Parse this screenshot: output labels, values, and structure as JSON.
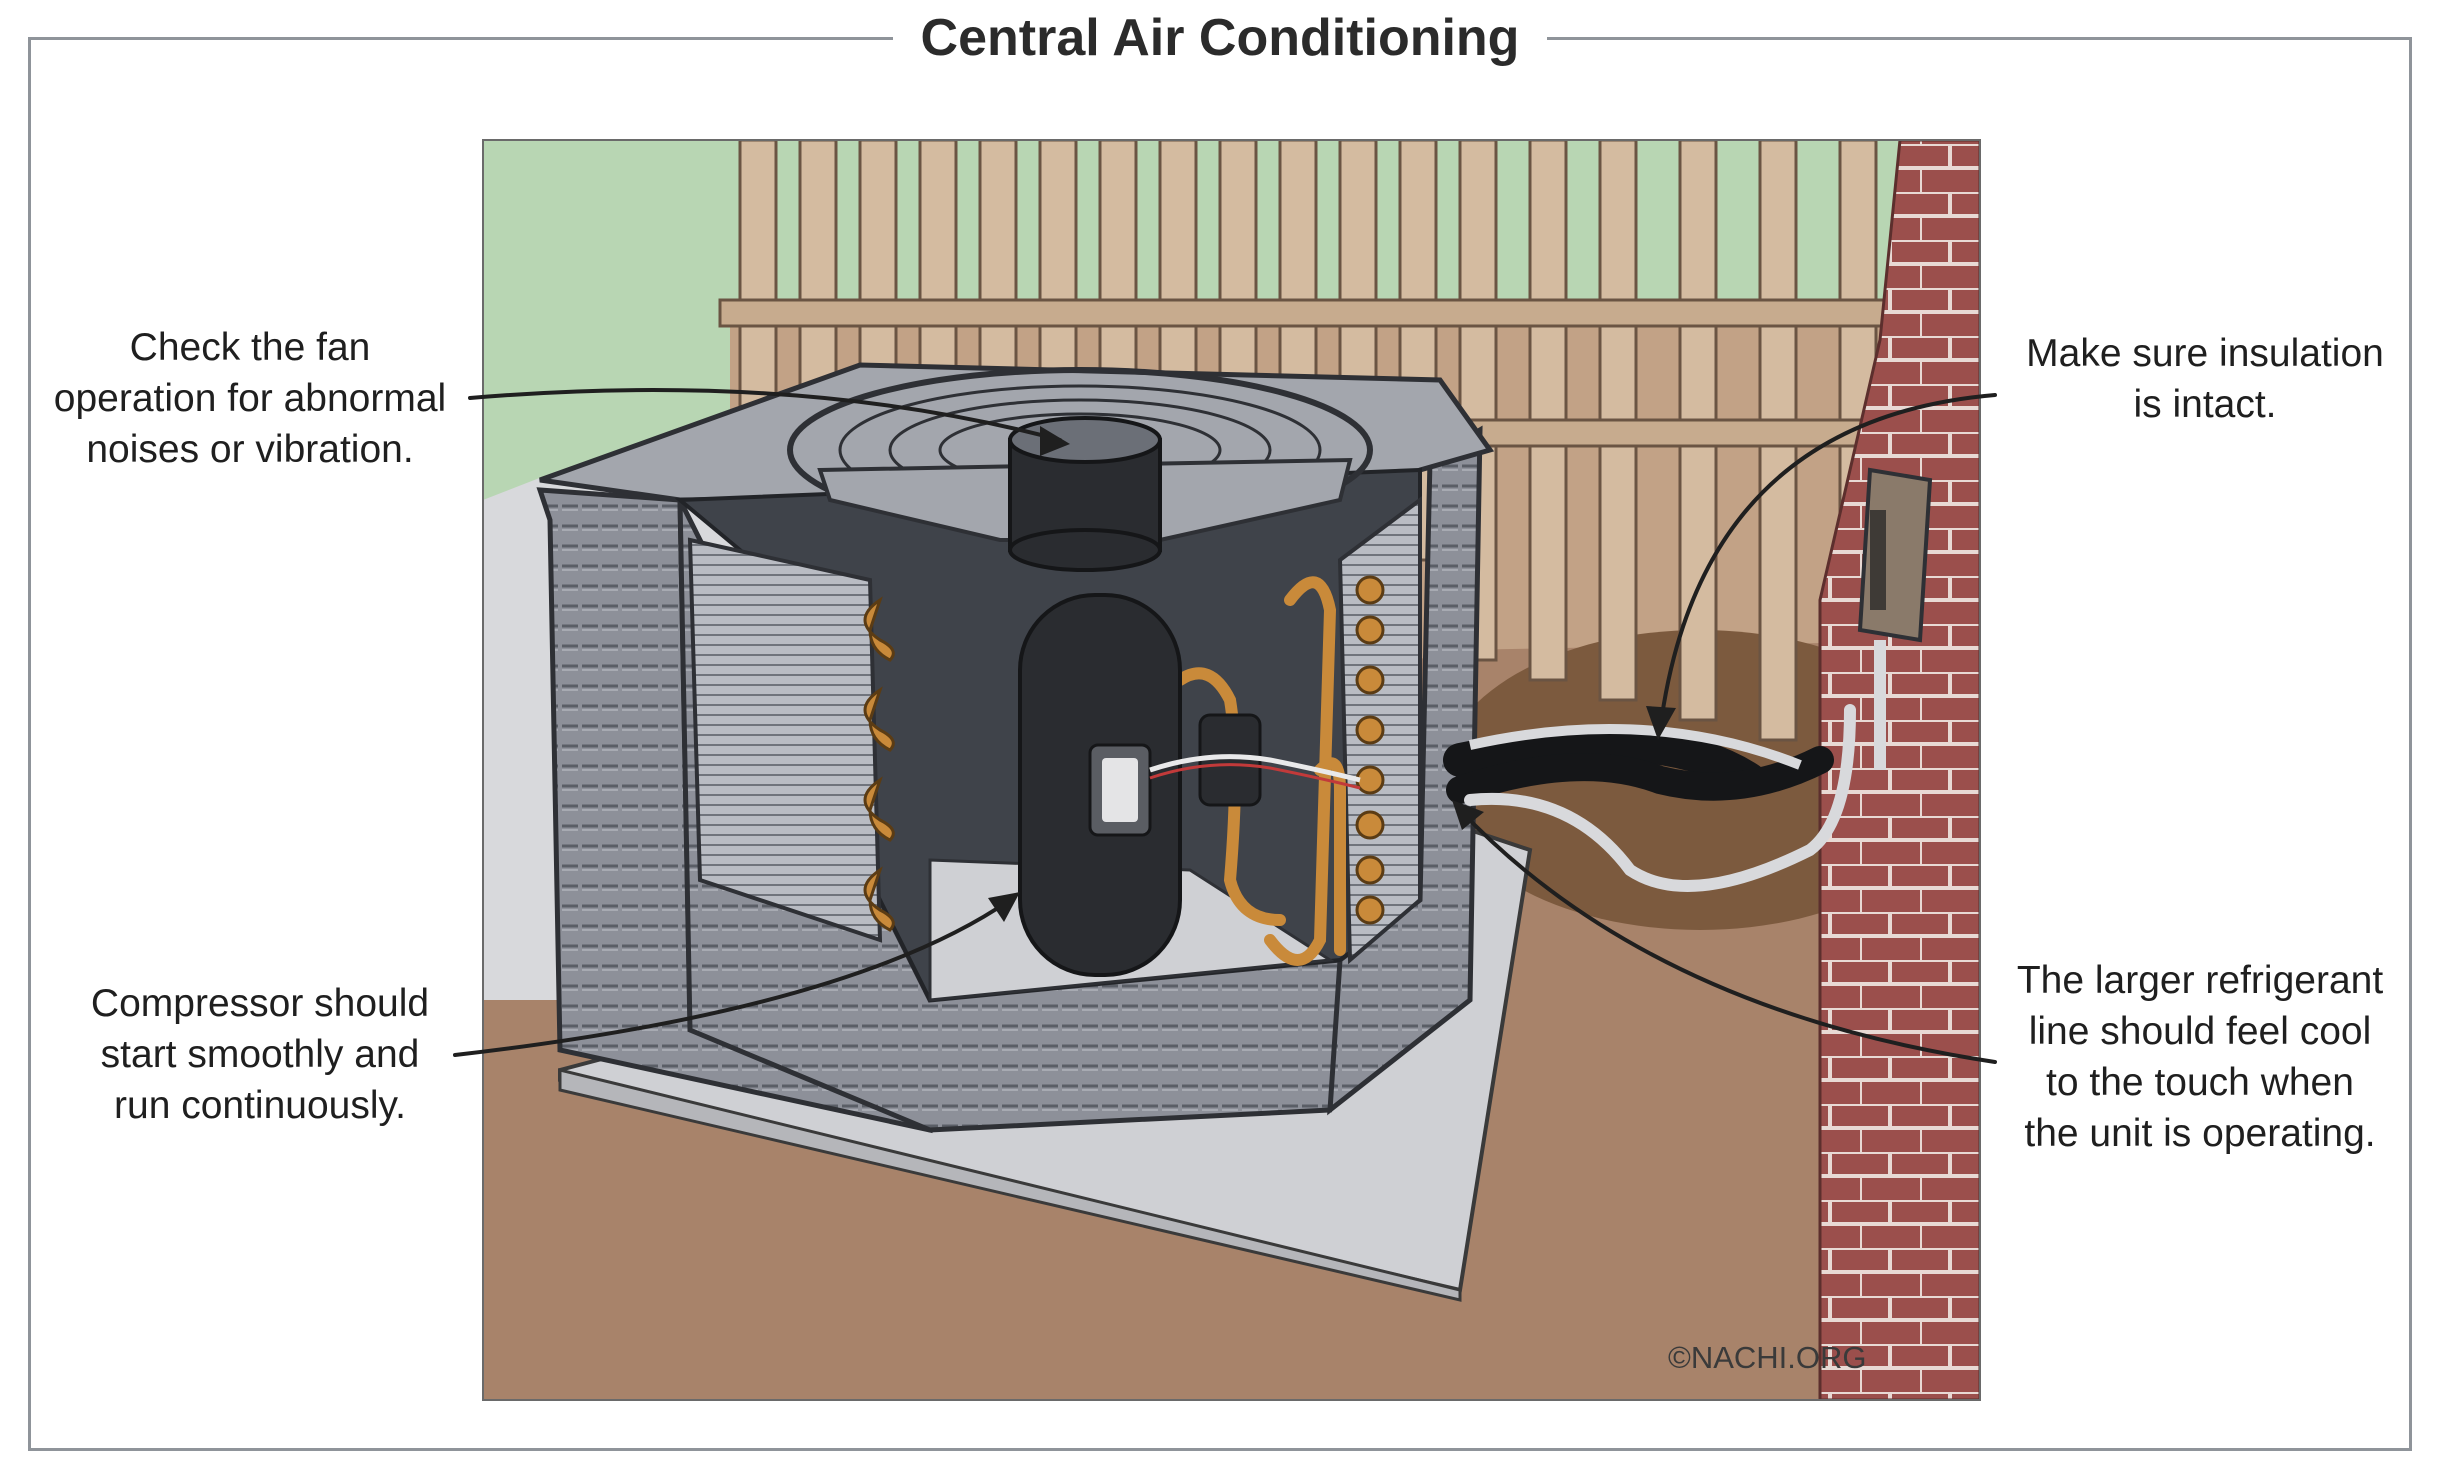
{
  "title": "Central Air Conditioning",
  "callouts": {
    "fan": {
      "lines": [
        "Check the fan",
        "operation for abnormal",
        "noises or vibration."
      ]
    },
    "insulation": {
      "lines": [
        "Make sure insulation",
        "is intact."
      ]
    },
    "compressor": {
      "lines": [
        "Compressor should",
        "start smoothly and",
        "run continuously."
      ]
    },
    "refrigerant": {
      "lines": [
        "The larger refrigerant",
        "line should feel cool",
        "to the touch when",
        "the unit is operating."
      ]
    }
  },
  "credit": "©NACHI.ORG",
  "colors": {
    "sky": "#b8d6b3",
    "fence": "#d4bba0",
    "ground": "#a8836a",
    "brick": "#9b4f4c",
    "unit_gray": "#8d9099",
    "interior": "#3f434a",
    "copper": "#c98a3a",
    "pad": "#cfd0d4",
    "frame": "#8f949a"
  }
}
